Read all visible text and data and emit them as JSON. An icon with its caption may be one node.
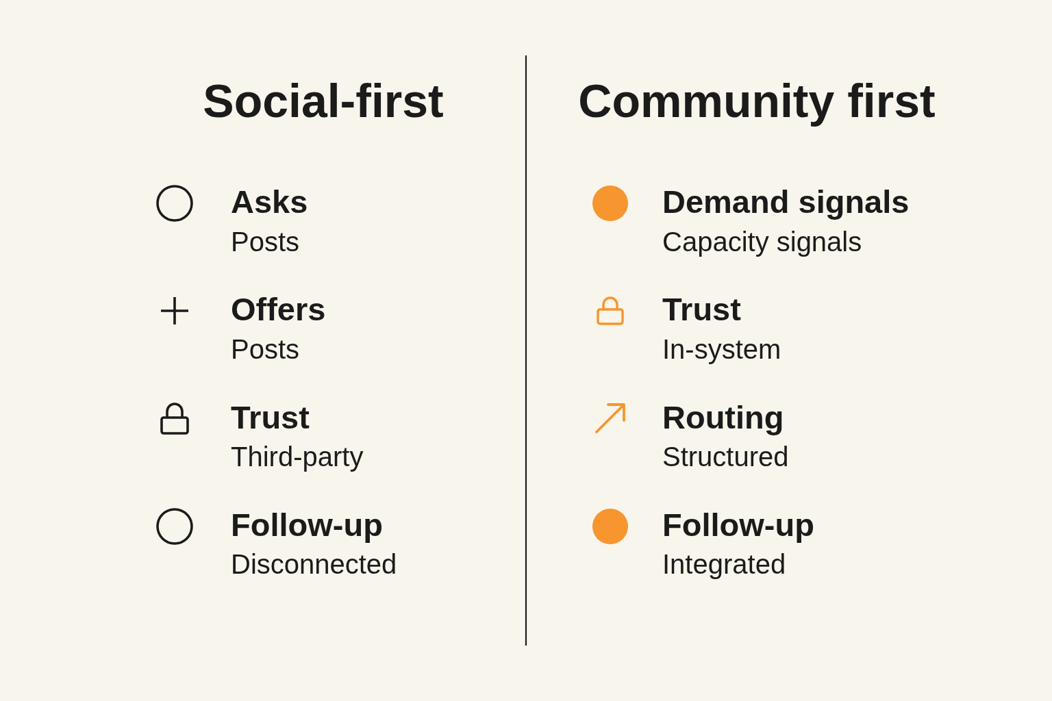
{
  "diagram": {
    "labels": [
      "Social-first",
      "Asks",
      "Posts",
      "Offers",
      "Posts",
      "Trust",
      "Third-party",
      "Follow-up",
      "Disconnected",
      "Community first",
      "Demand signals",
      "Capacity signals",
      "Trust",
      "In-system",
      "Routing",
      "Structured",
      "Follow-up",
      "Integrated"
    ]
  }
}
